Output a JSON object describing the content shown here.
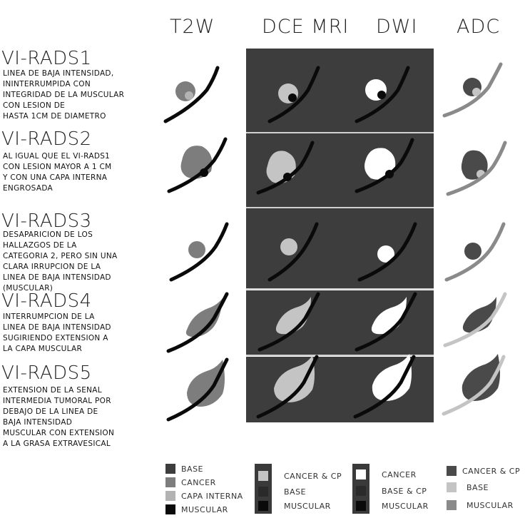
{
  "columns": [
    "T2W",
    "DCE MRI",
    "DWI",
    "ADC"
  ],
  "categories": [
    {
      "title": "VI-RADS1",
      "description": "LINEA DE BAJA INTENSIDAD,\nININTERRUMPIDA CON\nINTEGRIDAD DE LA MUSCULAR\nCON LESION DE\nHASTA 1CM DE DIAMETRO"
    },
    {
      "title": "VI-RADS2",
      "description": "AL IGUAL QUE EL VI-RADS1\nCON LESION MAYOR A 1 CM\nY CON UNA CAPA INTERNA\nENGROSADA"
    },
    {
      "title": "VI-RADS3",
      "description": "DESAPARICION DE LOS\nHALLAZGOS DE LA\nCATEGORIA 2, PERO SIN UNA\nCLARA IRRUPCION DE LA\nLINEA DE BAJA INTENSIDAD\n(MUSCULAR)"
    },
    {
      "title": "VI-RADS4",
      "description": "INTERRUMPCION DE LA\nLINEA DE BAJA INTENSIDAD\nSUGIRIENDO EXTENSION A\nLA CAPA MUSCULAR"
    },
    {
      "title": "VI-RADS5",
      "description": "EXTENSION DE LA SENAL\nINTERMEDIA TUMORAL POR\nDEBAJO DE LA LINEA DE\nBAJA INTENSIDAD\nMUSCULAR CON EXTENSION\nA LA GRASA EXTRAVESICAL"
    }
  ],
  "legends": {
    "t2w": [
      "BASE",
      "CANCER",
      "CAPA INTERNA",
      "MUSCULAR"
    ],
    "dce": [
      "CANCER & CP",
      "BASE",
      "MUSCULAR"
    ],
    "dwi": [
      "CANCER",
      "BASE & CP",
      "MUSCULAR"
    ],
    "adc": [
      "CANCER & CP",
      "BASE",
      "MUSCULAR"
    ]
  },
  "colors": {
    "base": "#3d3d3d",
    "cancer_t2w": "#7d7d7d",
    "capa_interna": "#b3b3b3",
    "muscular": "#0a0a0a",
    "cancer_dce": "#c4c4c4",
    "cancer_dwi": "#ffffff",
    "adc_cancer": "#4a4a4a",
    "adc_base": "#c4c4c4",
    "adc_muscular": "#8a8a8a"
  }
}
